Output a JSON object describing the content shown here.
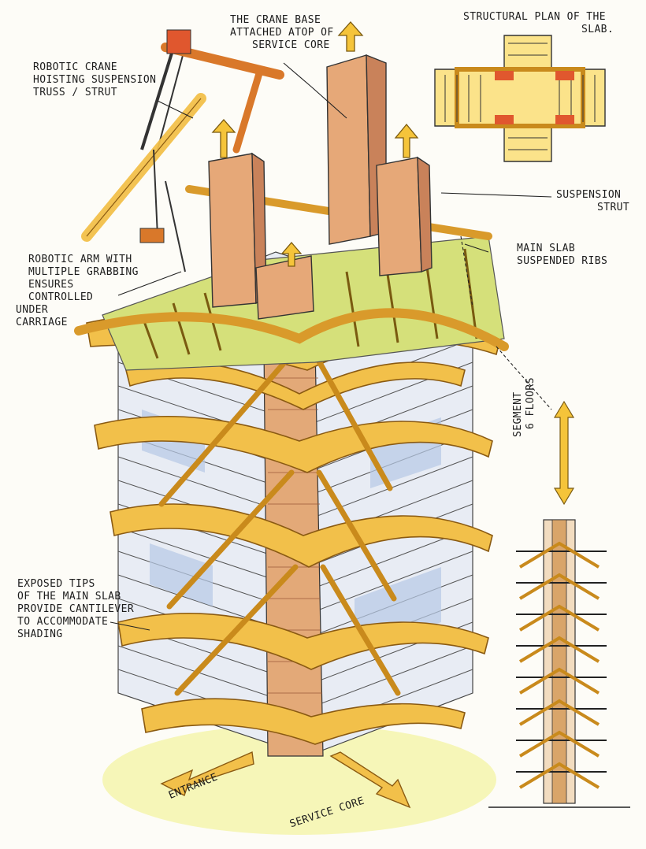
{
  "labels": {
    "crane_base": [
      "THE CRANE BASE",
      "ATTACHED ATOP OF",
      "SERVICE CORE"
    ],
    "robotic_crane": [
      "ROBOTIC CRANE",
      "HOISTING SUSPENSION",
      "TRUSS / STRUT"
    ],
    "structural_plan": [
      "STRUCTURAL PLAN OF THE",
      "SLAB."
    ],
    "suspension_strut": [
      "SUSPENSION",
      "STRUT"
    ],
    "main_slab": [
      "MAIN SLAB",
      "SUSPENDED RIBS"
    ],
    "robotic_arm": [
      "ROBOTIC ARM WITH",
      "MULTIPLE GRABBING",
      "ENSURES",
      "CONTROLLED",
      "UNDER",
      "CARRIAGE"
    ],
    "exposed_tips": [
      "EXPOSED TIPS",
      "OF THE MAIN SLAB",
      "PROVIDE CANTILEVER",
      "TO ACCOMMODATE",
      "SHADING"
    ],
    "segment": [
      "SEGMENT",
      "6 FLOORS"
    ],
    "entrance": "ENTRANCE",
    "service_core": "SERVICE CORE"
  },
  "colors": {
    "ink": "#1c1c1c",
    "timber": "#f2c04a",
    "timber_dark": "#d99a2b",
    "core": "#e9b17a",
    "core_dark": "#c9825a",
    "roof_green": "#d5e07a",
    "glass": "#c6d6ea",
    "red": "#e0572e",
    "ground": "#eef06a"
  }
}
